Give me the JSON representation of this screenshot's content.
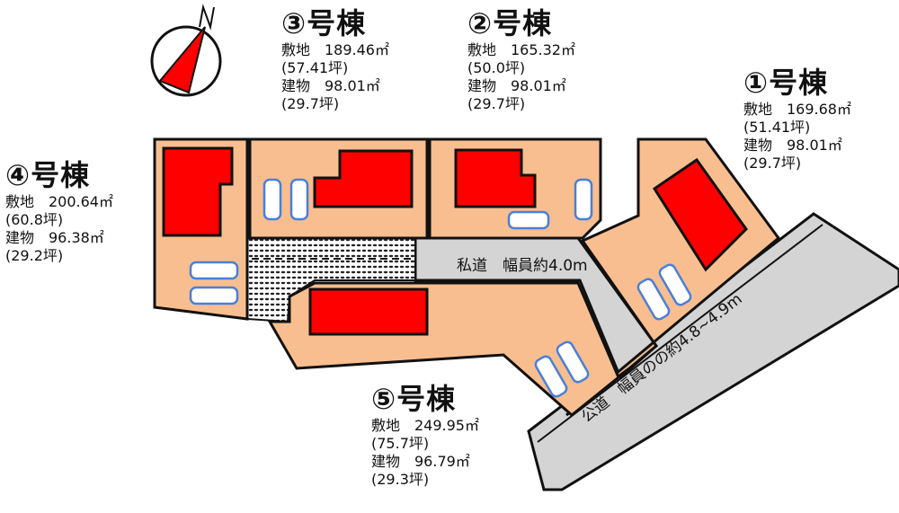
{
  "colors": {
    "lot": "#F8BE8F",
    "building": "#FF0000",
    "road": "#D4D4D4",
    "outline": "#111111",
    "car_accent": "#4A7FD9"
  },
  "compass": {
    "icon": "north-arrow-icon",
    "label": "N"
  },
  "lots": [
    {
      "title": "①号棟",
      "land": "敷地　169.68㎡",
      "land_tsubo": "(51.41坪)",
      "building": "建物　98.01㎡",
      "building_tsubo": "(29.7坪)"
    },
    {
      "title": "②号棟",
      "land": "敷地　165.32㎡",
      "land_tsubo": "(50.0坪)",
      "building": "建物　98.01㎡",
      "building_tsubo": "(29.7坪)"
    },
    {
      "title": "③号棟",
      "land": "敷地　189.46㎡",
      "land_tsubo": "(57.41坪)",
      "building": "建物　98.01㎡",
      "building_tsubo": "(29.7坪)"
    },
    {
      "title": "④号棟",
      "land": "敷地　200.64㎡",
      "land_tsubo": "(60.8坪)",
      "building": "建物　96.38㎡",
      "building_tsubo": "(29.2坪)"
    },
    {
      "title": "⑤号棟",
      "land": "敷地　249.95㎡",
      "land_tsubo": "(75.7坪)",
      "building": "建物　96.79㎡",
      "building_tsubo": "(29.3坪)"
    }
  ],
  "roads": {
    "private": "私道　幅員約4.0m",
    "public": "公道　幅員のの約4.8~4.9m"
  }
}
